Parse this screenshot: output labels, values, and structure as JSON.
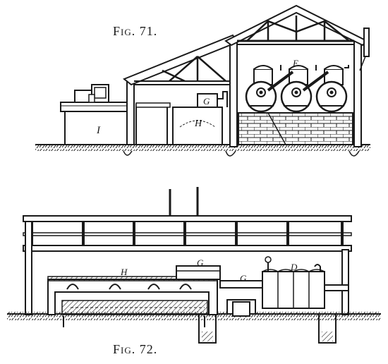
{
  "figures": [
    {
      "caption": "Fig. 71.",
      "labels": {
        "I": "I",
        "H": "H",
        "G": "G",
        "E": "E"
      }
    },
    {
      "caption": "Fig. 72.",
      "labels": {
        "H": "H",
        "G_top": "G",
        "G_right": "G",
        "D": "D"
      }
    }
  ],
  "colors": {
    "ink": "#1a1a1a",
    "paper": "#ffffff"
  }
}
